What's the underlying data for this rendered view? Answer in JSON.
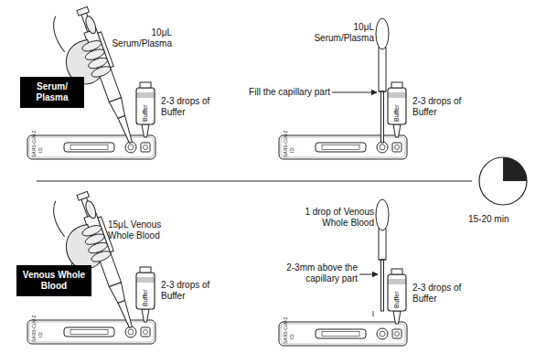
{
  "diagram": {
    "nodes": [
      {
        "text": [
          "Serum/ Plasma"
        ]
      },
      {
        "text": [
          "Venous Whole Blood"
        ]
      }
    ],
    "labels": [
      "10μL Serum/Plasma",
      "2-3 drops of Buffer",
      "10μL Serum/Plasma",
      "Fill the capillary part",
      "2-3 drops of Buffer",
      "15-20 min",
      "15μL Venous Whole Blood",
      "2-3 drops of Buffer",
      "1 drop of Venous Whole Blood",
      "2-3mm above the capillary part",
      "2-3 drops of Buffer",
      "Buffer",
      "Buffer",
      "Buffer",
      "Buffer",
      "SARS-CoV-2",
      "SARS-CoV-2",
      "SARS-CoV-2",
      "SARS-CoV-2",
      "ID:",
      "ID:",
      "ID:",
      "ID:"
    ]
  }
}
